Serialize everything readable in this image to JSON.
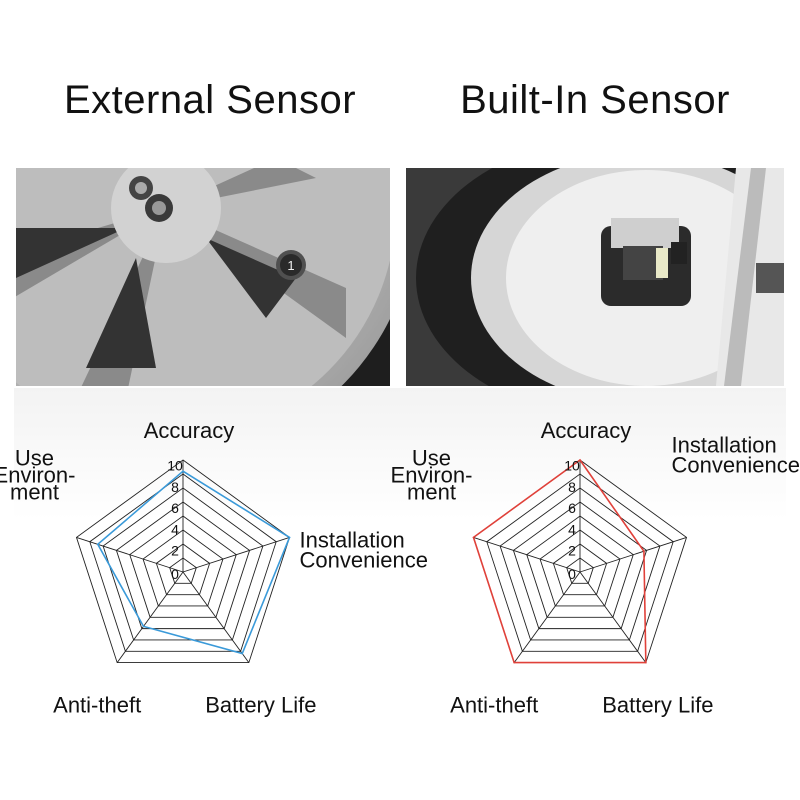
{
  "titles": {
    "left": "External Sensor",
    "right": "Built-In Sensor"
  },
  "chart_data": [
    {
      "type": "radar",
      "axes": [
        "Accuracy",
        "Installation Convenience",
        "Battery Life",
        "Anti-theft",
        "Use Environ-ment"
      ],
      "axis_label_lines": [
        [
          "Accuracy"
        ],
        [
          "Installation",
          "Convenience"
        ],
        [
          "Battery Life"
        ],
        [
          "Anti-theft"
        ],
        [
          "Use",
          "Environ-",
          "ment"
        ]
      ],
      "ticks": [
        "0",
        "2",
        "4",
        "6",
        "8",
        "10"
      ],
      "range": [
        0,
        10
      ],
      "series": [
        {
          "values": [
            9,
            10,
            9,
            6,
            8
          ],
          "color": "#3a9ad9"
        }
      ]
    },
    {
      "type": "radar",
      "axes": [
        "Accuracy",
        "Installation Convenience",
        "Battery Life",
        "Anti-theft",
        "Use Environ-ment"
      ],
      "axis_label_lines": [
        [
          "Accuracy"
        ],
        [
          "Installation",
          "Convenience"
        ],
        [
          "Battery Life"
        ],
        [
          "Anti-theft"
        ],
        [
          "Use",
          "Environ-",
          "ment"
        ]
      ],
      "ticks": [
        "0",
        "2",
        "4",
        "6",
        "8",
        "10"
      ],
      "range": [
        0,
        10
      ],
      "series": [
        {
          "values": [
            10,
            6,
            10,
            10,
            10
          ],
          "color": "#e0413a"
        }
      ]
    }
  ]
}
